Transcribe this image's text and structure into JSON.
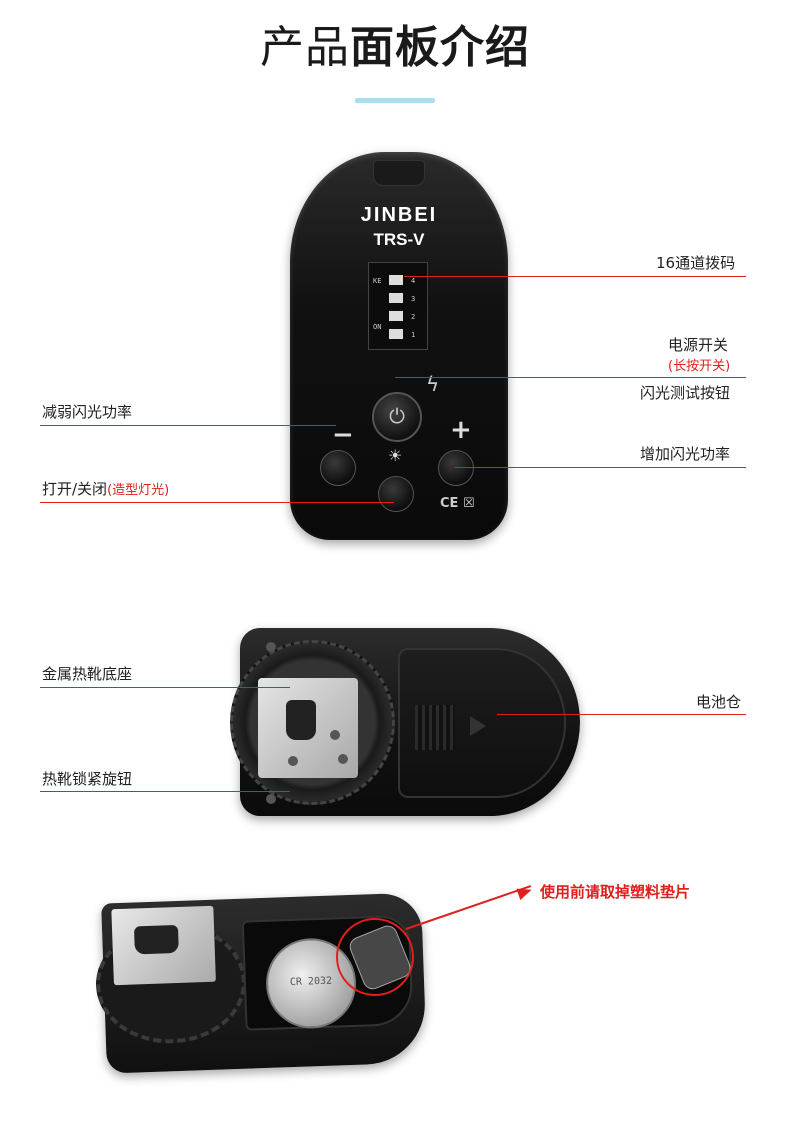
{
  "header": {
    "title_light": "产品",
    "title_bold": "面板介绍"
  },
  "remote": {
    "brand": "JINBEI",
    "model": "TRS-V",
    "dip_labels": [
      "1",
      "2",
      "3",
      "4"
    ],
    "dip_on": "ON",
    "dip_ke": "KE",
    "ce_mark": "CE ☒"
  },
  "labels": {
    "channel_dip": "16通道拨码",
    "power_switch": "电源开关",
    "power_switch_note": "(长按开关)",
    "flash_test": "闪光测试按钮",
    "decrease_power": "减弱闪光功率",
    "increase_power": "增加闪光功率",
    "modeling_light": "打开/关闭",
    "modeling_light_note": "(造型灯光)",
    "hotshoe_base": "金属热靴底座",
    "battery_compartment": "电池仓",
    "hotshoe_knob": "热靴锁紧旋钮",
    "remove_film_warning": "使用前请取掉塑料垫片"
  },
  "battery": {
    "model": "CR 2032"
  },
  "colors": {
    "accent_red": "#e0201c",
    "title_bar": "#a8def0"
  }
}
